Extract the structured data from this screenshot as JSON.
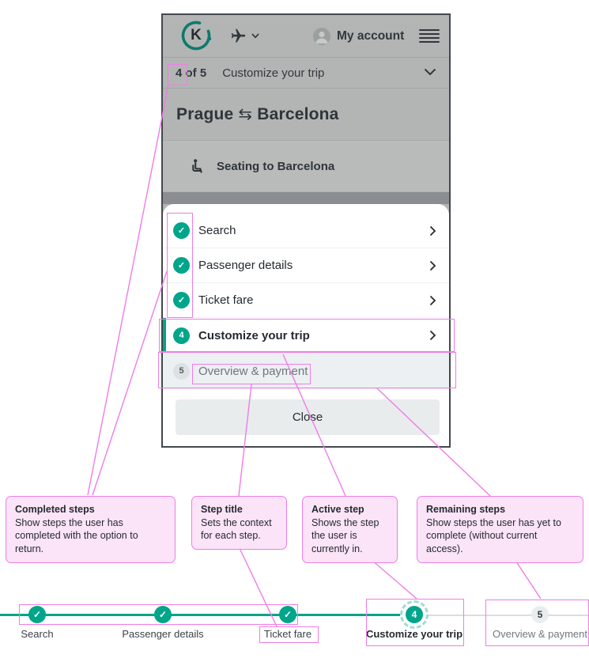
{
  "colors": {
    "teal": "#00a58a",
    "pink": "#f07ce7",
    "pink_fill": "#fbe4f7",
    "overlay_gray": "#b2b5b4"
  },
  "phone": {
    "header": {
      "logo_letter": "K",
      "my_account": "My account"
    },
    "trip_bar": {
      "counter": "4 of 5",
      "title": "Customize your trip"
    },
    "route": {
      "origin": "Prague",
      "swap": "⇆",
      "destination": "Barcelona"
    },
    "seating_label": "Seating to Barcelona",
    "menu": [
      {
        "label": "Search",
        "badge": "✓",
        "state": "completed"
      },
      {
        "label": "Passenger details",
        "badge": "✓",
        "state": "completed"
      },
      {
        "label": "Ticket fare",
        "badge": "✓",
        "state": "completed"
      },
      {
        "label": "Customize your trip",
        "badge": "4",
        "state": "active"
      },
      {
        "label": "Overview & payment",
        "badge": "5",
        "state": "remaining"
      }
    ],
    "close_label": "Close"
  },
  "annotations": [
    {
      "title": "Completed steps",
      "body": "Show steps the user has completed with the option to return."
    },
    {
      "title": "Step title",
      "body": "Sets the context for each step."
    },
    {
      "title": "Active step",
      "body": "Shows the step the user is currently in."
    },
    {
      "title": "Remaining steps",
      "body": "Show steps the user has yet to complete (without current access)."
    }
  ],
  "stepper": [
    {
      "label": "Search",
      "badge": "✓",
      "state": "completed"
    },
    {
      "label": "Passenger details",
      "badge": "✓",
      "state": "completed"
    },
    {
      "label": "Ticket fare",
      "badge": "✓",
      "state": "completed"
    },
    {
      "label": "Customize your trip",
      "badge": "4",
      "state": "active"
    },
    {
      "label": "Overview & payment",
      "badge": "5",
      "state": "remaining"
    }
  ]
}
